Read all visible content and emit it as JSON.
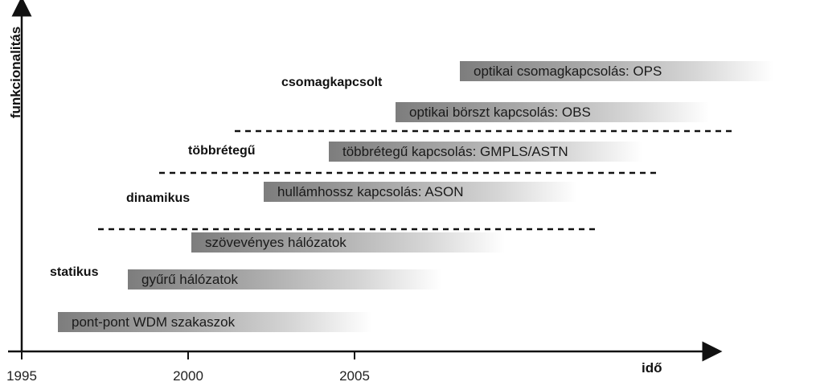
{
  "axes": {
    "x_title": "idő",
    "y_title": "funkcionalitás",
    "ticks": [
      "1995",
      "2000",
      "2005"
    ]
  },
  "levels": {
    "statikus": "statikus",
    "dinamikus": "dinamikus",
    "tobbretegu": "többrétegű",
    "csomagkapcsolt": "csomagkapcsolt"
  },
  "bars": [
    {
      "label": "pont-pont WDM szakaszok"
    },
    {
      "label": "gyűrű hálózatok"
    },
    {
      "label": "szövevényes hálózatok"
    },
    {
      "label": "hullámhossz kapcsolás: ASON"
    },
    {
      "label": "többrétegű kapcsolás: GMPLS/ASTN"
    },
    {
      "label": "optikai börszt kapcsolás: OBS"
    },
    {
      "label": "optikai csomagkapcsolás: OPS"
    }
  ]
}
